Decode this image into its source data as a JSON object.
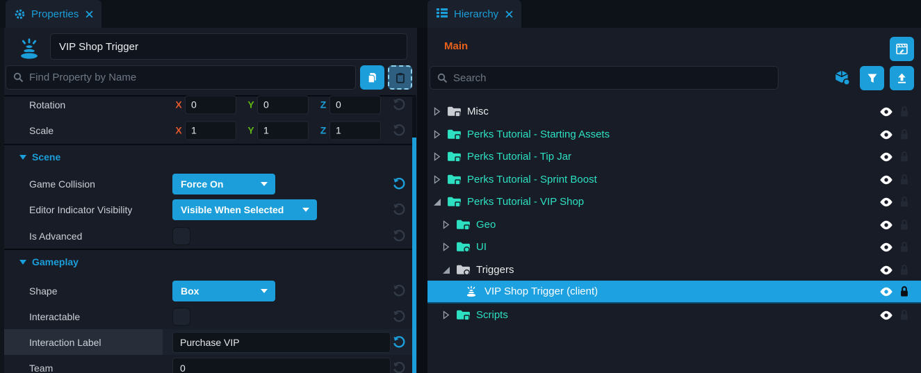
{
  "colors": {
    "accent_blue": "#1b9ed9",
    "selection_blue": "#1da1e0",
    "teal_networked": "#2ee0c2",
    "orange_scene": "#e8611c",
    "axis_x": "#e0572b",
    "axis_y": "#5fb413",
    "axis_z": "#1b9ed9",
    "panel_bg": "#171c26"
  },
  "props": {
    "tab_label": "Properties",
    "name_value": "VIP Shop Trigger",
    "search_placeholder": "Find Property by Name",
    "axes": {
      "x": "X",
      "y": "Y",
      "z": "Z"
    },
    "rotation": {
      "label": "Rotation",
      "x": "0",
      "y": "0",
      "z": "0"
    },
    "scale": {
      "label": "Scale",
      "x": "1",
      "y": "1",
      "z": "1"
    },
    "scene": {
      "title": "Scene",
      "game_collision_label": "Game Collision",
      "game_collision_value": "Force On",
      "editor_indicator_label": "Editor Indicator Visibility",
      "editor_indicator_value": "Visible When Selected",
      "is_advanced_label": "Is Advanced",
      "is_advanced_checked": false
    },
    "gameplay": {
      "title": "Gameplay",
      "shape_label": "Shape",
      "shape_value": "Box",
      "interactable_label": "Interactable",
      "interactable_checked": false,
      "interaction_label_label": "Interaction Label",
      "interaction_label_value": "Purchase VIP",
      "team_label": "Team",
      "team_value": "0"
    }
  },
  "hierarchy": {
    "tab_label": "Hierarchy",
    "scene_label": "Main",
    "search_placeholder": "Search",
    "tree": [
      {
        "label": "Misc",
        "tint": "white",
        "level": 1,
        "state": "collapsed",
        "icon": "folder"
      },
      {
        "label": "Perks Tutorial - Starting Assets",
        "tint": "teal",
        "level": 1,
        "state": "collapsed",
        "icon": "folder"
      },
      {
        "label": "Perks Tutorial - Tip Jar",
        "tint": "teal",
        "level": 1,
        "state": "collapsed",
        "icon": "folder"
      },
      {
        "label": "Perks Tutorial - Sprint Boost",
        "tint": "teal",
        "level": 1,
        "state": "collapsed",
        "icon": "folder"
      },
      {
        "label": "Perks Tutorial - VIP Shop",
        "tint": "teal",
        "level": 1,
        "state": "expanded",
        "icon": "folder"
      },
      {
        "label": "Geo",
        "tint": "teal",
        "level": 2,
        "state": "collapsed",
        "icon": "folder"
      },
      {
        "label": "UI",
        "tint": "teal",
        "level": 2,
        "state": "collapsed",
        "icon": "folder"
      },
      {
        "label": "Triggers",
        "tint": "white",
        "level": 2,
        "state": "expanded",
        "icon": "folder"
      },
      {
        "label": "VIP Shop Trigger (client)",
        "tint": "selected",
        "level": 3,
        "state": "leaf",
        "icon": "trigger",
        "selected": true,
        "locked": true
      },
      {
        "label": "Scripts",
        "tint": "teal",
        "level": 2,
        "state": "collapsed",
        "icon": "folder"
      }
    ]
  }
}
